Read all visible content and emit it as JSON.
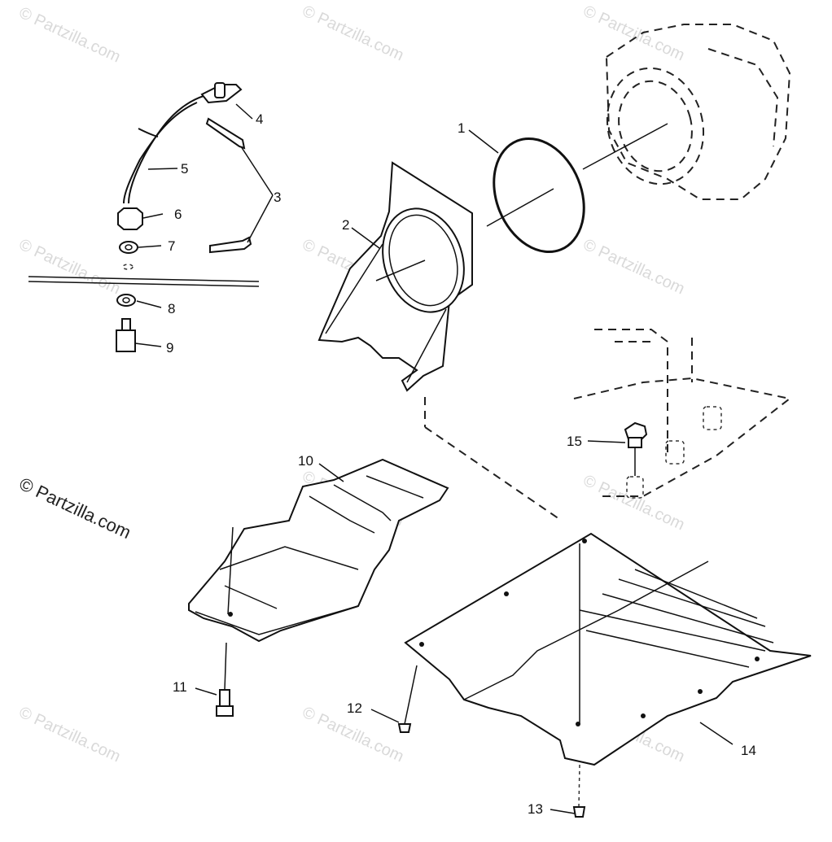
{
  "watermark": {
    "text": "© Partzilla.com",
    "main_text": "© Partzilla.com"
  },
  "callouts": [
    "1",
    "2",
    "3",
    "4",
    "5",
    "6",
    "7",
    "8",
    "9",
    "10",
    "11",
    "12",
    "13",
    "14",
    "15"
  ]
}
